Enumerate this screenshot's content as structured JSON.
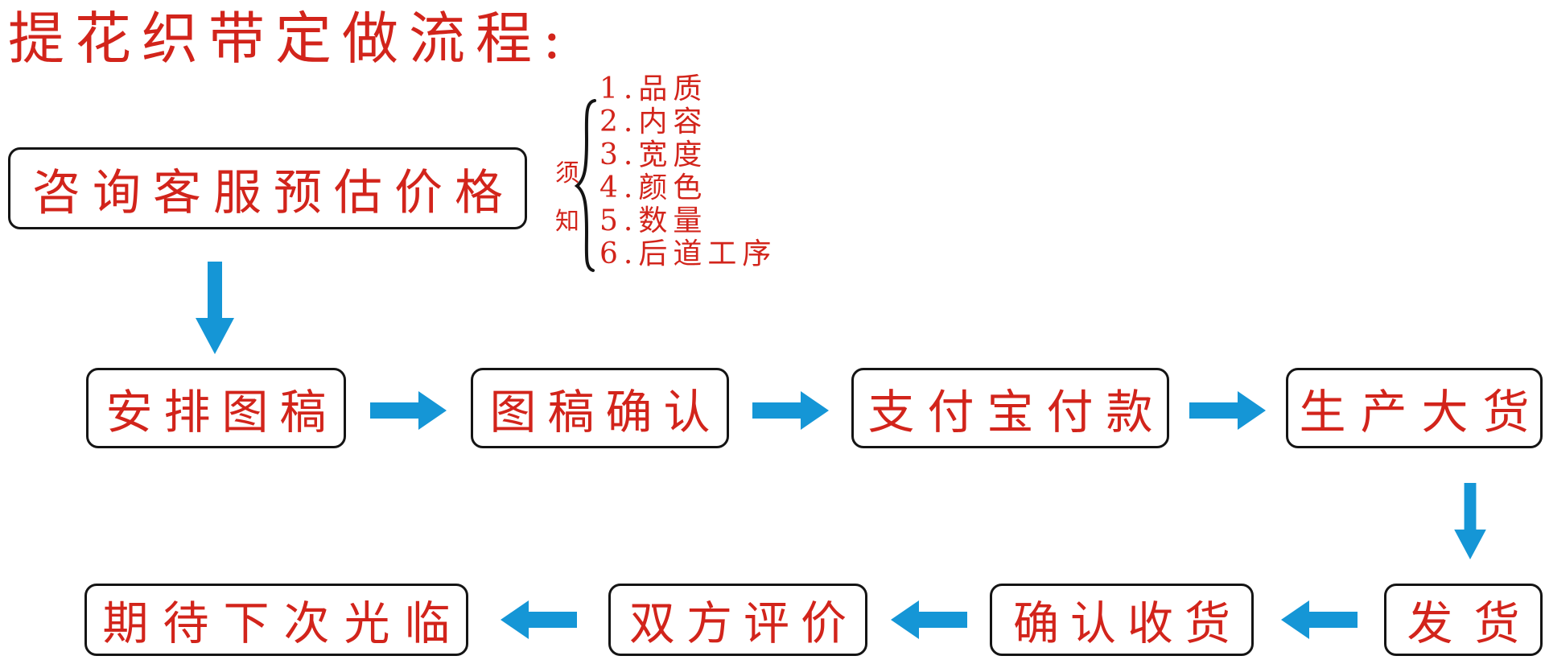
{
  "title": "提花织带定做流程:",
  "steps": {
    "consult": "咨询客服预估价格",
    "arrange_draft": "安排图稿",
    "confirm_draft": "图稿确认",
    "alipay_payment": "支付宝付款",
    "mass_production": "生产大货",
    "ship": "发货",
    "confirm_receipt": "确认收货",
    "mutual_review": "双方评价",
    "welcome_next": "期待下次光临"
  },
  "notes": {
    "label_top": "须",
    "label_bottom": "知",
    "items": [
      "1.品质",
      "2.内容",
      "3.宽度",
      "4.颜色",
      "5.数量",
      "6.后道工序"
    ]
  },
  "colors": {
    "text_red": "#d2241b",
    "arrow_blue": "#1596d6",
    "box_border": "#141414"
  }
}
